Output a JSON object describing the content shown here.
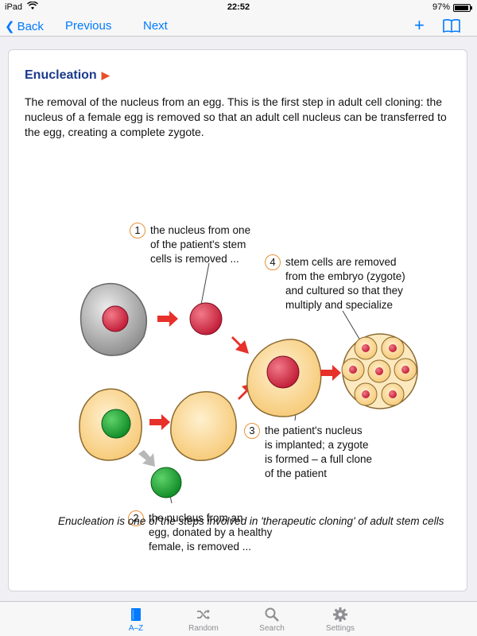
{
  "status": {
    "carrier": "iPad",
    "time": "22:52",
    "battery": "97%",
    "battery_level": 0.97
  },
  "nav": {
    "back": "Back",
    "previous": "Previous",
    "next": "Next"
  },
  "entry": {
    "term": "Enucleation",
    "definition": "The removal of the nucleus from an egg. This is the first step in adult cell cloning: the nucleus of a female egg is removed so that an adult cell nucleus can be transferred to the egg, creating a complete zygote.",
    "figure": {
      "annotations": [
        {
          "num": "1",
          "lines": [
            "the nucleus from one",
            "of the patient's stem",
            "cells is removed ..."
          ]
        },
        {
          "num": "2",
          "lines": [
            "the nucleus from an",
            "egg, donated by a healthy",
            "female, is removed ..."
          ]
        },
        {
          "num": "3",
          "lines": [
            "the patient's nucleus",
            "is implanted; a zygote",
            "is formed – a full clone",
            "of the patient"
          ]
        },
        {
          "num": "4",
          "lines": [
            "stem cells are removed",
            "from the embryo (zygote)",
            "and cultured so that they",
            "multiply and specialize"
          ]
        }
      ]
    },
    "caption": "Enucleation is one of the steps involved in 'therapeutic cloning' of adult stem cells"
  },
  "tabs": [
    {
      "label": "A–Z",
      "active": true
    },
    {
      "label": "Random",
      "active": false
    },
    {
      "label": "Search",
      "active": false
    },
    {
      "label": "Settings",
      "active": false
    }
  ],
  "colors": {
    "accent": "#007aff",
    "title": "#1b3a8c",
    "arrow": "#e8302a",
    "nucleus_red": "#d8344a",
    "nucleus_green": "#1ea33a",
    "cell": "#fbd89a"
  }
}
